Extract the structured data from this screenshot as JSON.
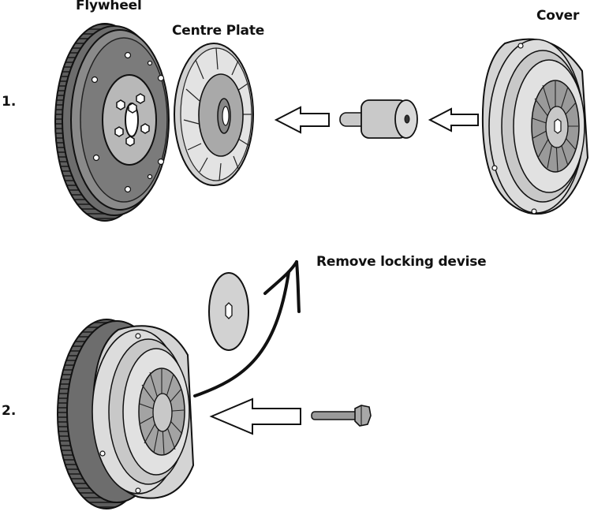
{
  "labels": {
    "flywheel": "Flywheel",
    "centre_plate": "Centre Plate",
    "cover": "Cover",
    "remove_locking": "Remove locking devise"
  },
  "steps": {
    "step1": "1.",
    "step2": "2."
  },
  "colors": {
    "dark": "#6d6d6d",
    "mid": "#a9a9a9",
    "light": "#d2d2d2",
    "lighter": "#e3e3e3",
    "outline": "#111111"
  }
}
